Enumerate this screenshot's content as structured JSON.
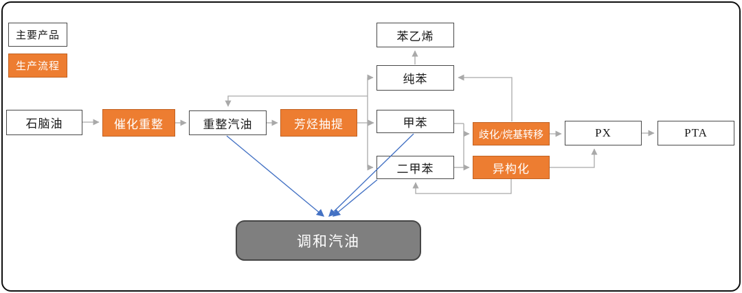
{
  "legend": {
    "main_product_label": "主要产品",
    "process_label": "生产流程"
  },
  "nodes": {
    "naphtha": {
      "label": "石脑油",
      "type": "product"
    },
    "catalytic_reforming": {
      "label": "催化重整",
      "type": "process"
    },
    "reformed_gasoline": {
      "label": "重整汽油",
      "type": "product"
    },
    "aromatics_extraction": {
      "label": "芳烃抽提",
      "type": "process"
    },
    "styrene": {
      "label": "苯乙烯",
      "type": "product"
    },
    "benzene": {
      "label": "纯苯",
      "type": "product"
    },
    "toluene": {
      "label": "甲苯",
      "type": "product"
    },
    "xylene": {
      "label": "二甲苯",
      "type": "product"
    },
    "disproportionation": {
      "label": "歧化/烷基转移",
      "type": "process"
    },
    "isomerization": {
      "label": "异构化",
      "type": "process"
    },
    "px": {
      "label": "PX",
      "type": "product"
    },
    "pta": {
      "label": "PTA",
      "type": "product"
    },
    "blended_gasoline": {
      "label": "调和汽油",
      "type": "blend"
    }
  },
  "edges": [
    {
      "from": "石脑油",
      "to": "催化重整",
      "color": "gray"
    },
    {
      "from": "催化重整",
      "to": "重整汽油",
      "color": "gray"
    },
    {
      "from": "重整汽油",
      "to": "芳烃抽提",
      "color": "gray"
    },
    {
      "from": "芳烃抽提",
      "to": "纯苯",
      "color": "gray"
    },
    {
      "from": "芳烃抽提",
      "to": "甲苯",
      "color": "gray"
    },
    {
      "from": "芳烃抽提",
      "to": "二甲苯",
      "color": "gray"
    },
    {
      "from": "芳烃抽提",
      "to": "重整汽油",
      "color": "gray",
      "note": "recycle to top of reformed gasoline"
    },
    {
      "from": "纯苯",
      "to": "苯乙烯",
      "color": "gray"
    },
    {
      "from": "甲苯",
      "to": "歧化/烷基转移",
      "color": "gray"
    },
    {
      "from": "二甲苯",
      "to": "歧化/烷基转移",
      "color": "gray"
    },
    {
      "from": "甲苯",
      "to": "异构化",
      "color": "gray"
    },
    {
      "from": "二甲苯",
      "to": "异构化",
      "color": "gray"
    },
    {
      "from": "歧化/烷基转移",
      "to": "PX",
      "color": "gray"
    },
    {
      "from": "歧化/烷基转移",
      "to": "纯苯",
      "color": "gray",
      "note": "recycle"
    },
    {
      "from": "异构化",
      "to": "PX",
      "color": "gray"
    },
    {
      "from": "异构化",
      "to": "二甲苯",
      "color": "gray",
      "note": "recycle"
    },
    {
      "from": "PX",
      "to": "PTA",
      "color": "gray"
    },
    {
      "from": "重整汽油",
      "to": "调和汽油",
      "color": "blue"
    },
    {
      "from": "甲苯",
      "to": "调和汽油",
      "color": "blue"
    },
    {
      "from": "二甲苯",
      "to": "调和汽油",
      "color": "blue"
    }
  ],
  "colors": {
    "process_fill": "#ED7D31",
    "process_border": "#C06020",
    "product_border": "#474747",
    "blend_fill": "#7F7F7F",
    "connector_gray": "#A9A9A9",
    "connector_blue": "#4472C4",
    "frame": "#0d0d0d"
  }
}
